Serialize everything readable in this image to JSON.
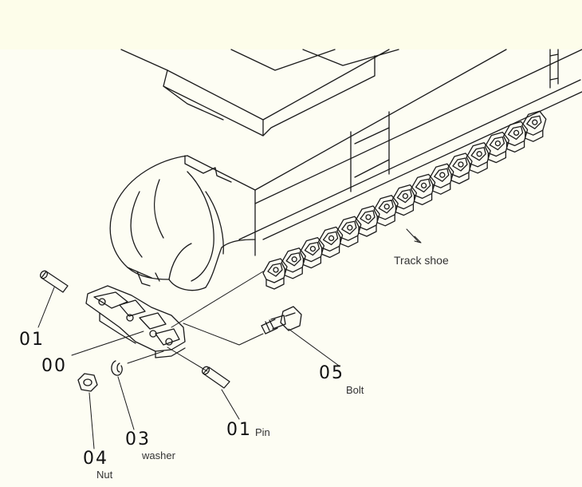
{
  "diagram": {
    "callouts": [
      {
        "id": "01",
        "number": "01",
        "name": ""
      },
      {
        "id": "00",
        "number": "00",
        "name": ""
      },
      {
        "id": "05",
        "number": "05",
        "name": "Bolt"
      },
      {
        "id": "03",
        "number": "03",
        "name": "washer"
      },
      {
        "id": "04",
        "number": "04",
        "name": "Nut"
      },
      {
        "id": "01pin",
        "number": "01",
        "name": "Pin"
      }
    ],
    "track_label": "Track shoe",
    "colors": {
      "ink": "#1a1a1a",
      "paper": "#fdfdf3",
      "band": "#fdfdea"
    }
  }
}
